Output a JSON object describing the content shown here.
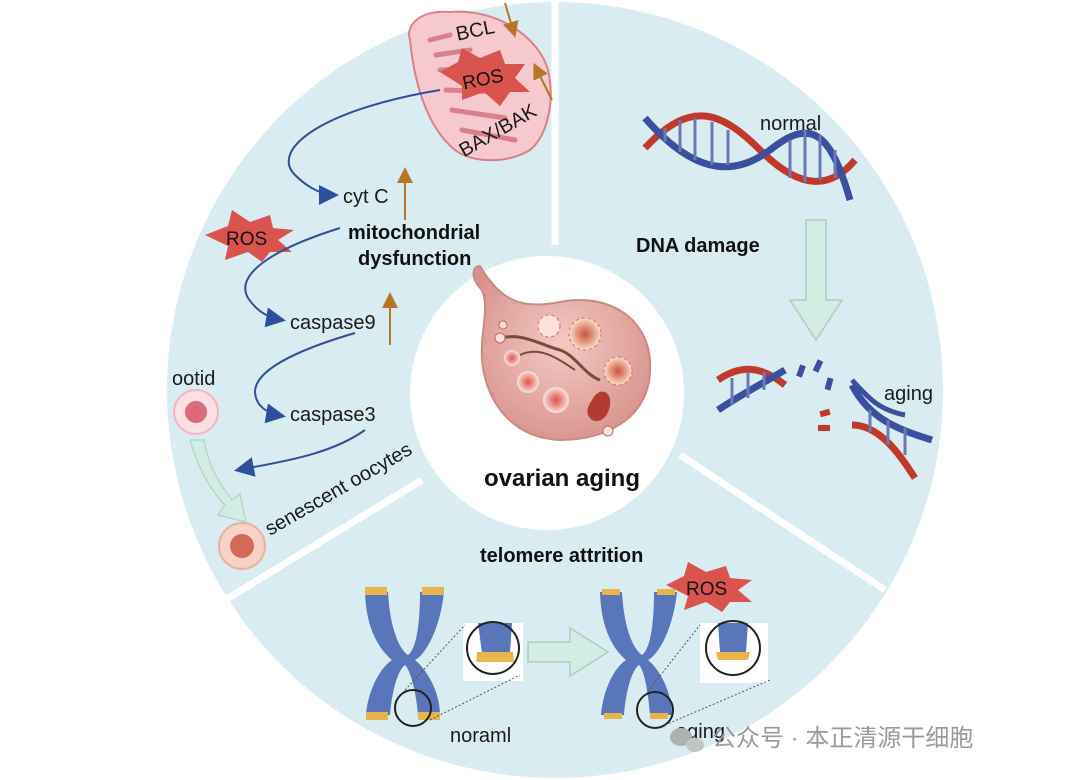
{
  "center": {
    "title": "ovarian aging"
  },
  "mitochondria": {
    "bcl": "BCL",
    "ros": "ROS",
    "bax_bak": "BAX/BAK",
    "cyt_c": "cyt C",
    "section_title_line1": "mitochondrial",
    "section_title_line2": "dysfunction",
    "ros_star": "ROS",
    "caspase9": "caspase9",
    "caspase3": "caspase3",
    "ootid": "ootid",
    "senescent": "senescent oocytes"
  },
  "dna": {
    "normal": "normal",
    "section_title": "DNA damage",
    "aging": "aging"
  },
  "telomere": {
    "section_title": "telomere attrition",
    "ros": "ROS",
    "normal_label": "noraml",
    "aging_label": "aging"
  },
  "watermark": {
    "text": "公众号 · 本正清源干细胞"
  },
  "colors": {
    "ring_fill": "#d9ecf1",
    "divider": "#ffffff",
    "arrow_blue": "#2f4f9c",
    "arrow_up": "#b5762a",
    "ros_star": "#d9534f",
    "chromosome": "#5876b9",
    "telomere_cap": "#e8b44c",
    "dna_red": "#c0392b",
    "dna_blue": "#3b4fa0",
    "big_arrow": "#d4ede4"
  }
}
